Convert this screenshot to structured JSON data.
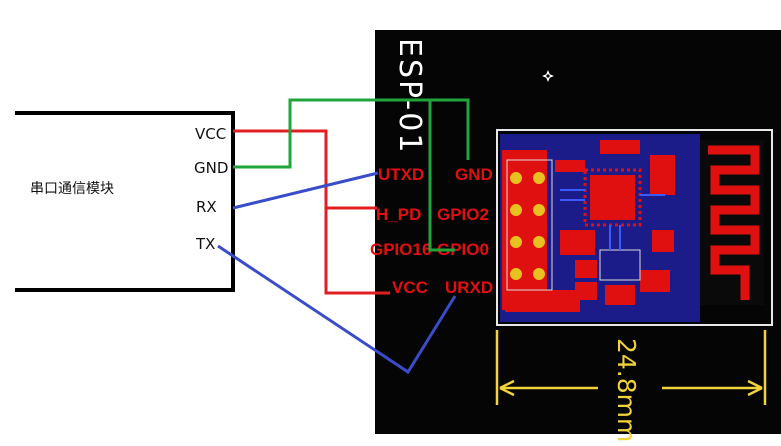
{
  "serial_module": {
    "title": "串口通信模块",
    "pins": [
      "VCC",
      "GND",
      "RX",
      "TX"
    ]
  },
  "esp_board": {
    "title": "ESP-01",
    "left_pins": [
      "UTXD",
      "H_PD",
      "GPIO16",
      "VCC"
    ],
    "right_pins": [
      "GND",
      "GPIO2",
      "GPIO0",
      "URXD"
    ],
    "dimension": "24.8mm"
  },
  "colors": {
    "vcc_wire": "#e02020",
    "gnd_wire": "#1fa53a",
    "data_wire": "#3a4dc8",
    "pin_label": "#e01010",
    "board": "#050505",
    "dimension": "#f2d23a"
  },
  "icons": [
    "star-icon",
    "wifi-antenna-icon",
    "pcb-chip-icon"
  ]
}
